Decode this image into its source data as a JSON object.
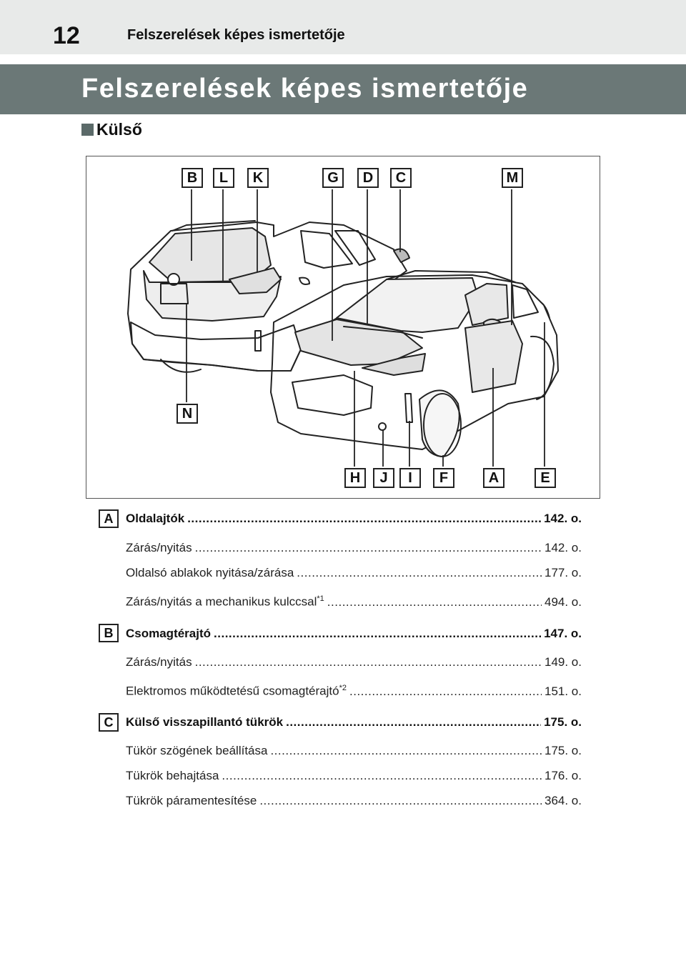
{
  "header": {
    "page_number": "12",
    "running_title": "Felszerelések képes ismertetője"
  },
  "title": "Felszerelések képes ismertetője",
  "section": {
    "marker": "■",
    "label": "Külső"
  },
  "figure_labels": {
    "B": "B",
    "L": "L",
    "K": "K",
    "G": "G",
    "D": "D",
    "C": "C",
    "M": "M",
    "N": "N",
    "H": "H",
    "J": "J",
    "I": "I",
    "F": "F",
    "A": "A",
    "E": "E"
  },
  "sections": [
    {
      "letter": "A",
      "title": "Oldalajtók",
      "page": "142. o.",
      "items": [
        {
          "text": "Zárás/nyitás",
          "sup": "",
          "page": "142. o."
        },
        {
          "text": "Oldalsó ablakok nyitása/zárása",
          "sup": "",
          "page": "177. o."
        },
        {
          "text": "Zárás/nyitás a mechanikus kulccsal",
          "sup": "*1",
          "page": "494. o."
        }
      ]
    },
    {
      "letter": "B",
      "title": "Csomagtérajtó",
      "page": "147. o.",
      "items": [
        {
          "text": "Zárás/nyitás",
          "sup": "",
          "page": "149. o."
        },
        {
          "text": "Elektromos működtetésű csomagtérajtó",
          "sup": "*2",
          "page": "151. o."
        }
      ]
    },
    {
      "letter": "C",
      "title": "Külső visszapillantó tükrök",
      "page": "175. o.",
      "items": [
        {
          "text": "Tükör szögének beállítása",
          "sup": "",
          "page": "175. o."
        },
        {
          "text": "Tükrök behajtása",
          "sup": "",
          "page": "176. o."
        },
        {
          "text": "Tükrök páramentesítése",
          "sup": "",
          "page": "364. o."
        }
      ]
    }
  ]
}
